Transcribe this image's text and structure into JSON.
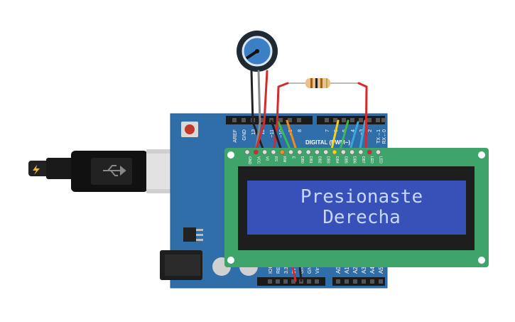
{
  "lcd": {
    "line1": "Presionaste",
    "line2": "Derecha",
    "pin_labels": [
      "GND",
      "VCC",
      "V0",
      "RS",
      "RW",
      "E",
      "DB0",
      "DB1",
      "DB2",
      "DB3",
      "DB4",
      "DB5",
      "DB6",
      "DB7",
      "LED",
      "LED"
    ]
  },
  "arduino": {
    "digital_label": "DIGITAL (PWM~)",
    "header_labels": [
      "AREF",
      "GND",
      "13",
      "12",
      "~11",
      "~10",
      "~9",
      "8",
      "7",
      "~6",
      "~5",
      "4",
      "~3",
      "2",
      "TX→1",
      "RX←0"
    ],
    "analog_labels": [
      "A0",
      "A1",
      "A2",
      "A3",
      "A4",
      "A5"
    ],
    "power_labels": [
      "IOREF",
      "RESET",
      "3.3V",
      "5V",
      "GND",
      "GND",
      "Vin"
    ]
  },
  "colors": {
    "board": "#2f6ea8",
    "lcd_pcb": "#3fa46a",
    "lcd_screen": "#3751b8",
    "lcd_text": "#c9d8ff",
    "wire_red": "#d42a2a",
    "wire_black": "#2a2a2a",
    "wire_yellow": "#f5d21a",
    "wire_green": "#3db84a",
    "wire_blue": "#37a9d8",
    "wire_orange": "#f08a1a",
    "pot_knob": "#3b7fc4"
  },
  "icons": {
    "usb": "usb-symbol-icon",
    "plug_tip": "lightning-icon"
  }
}
